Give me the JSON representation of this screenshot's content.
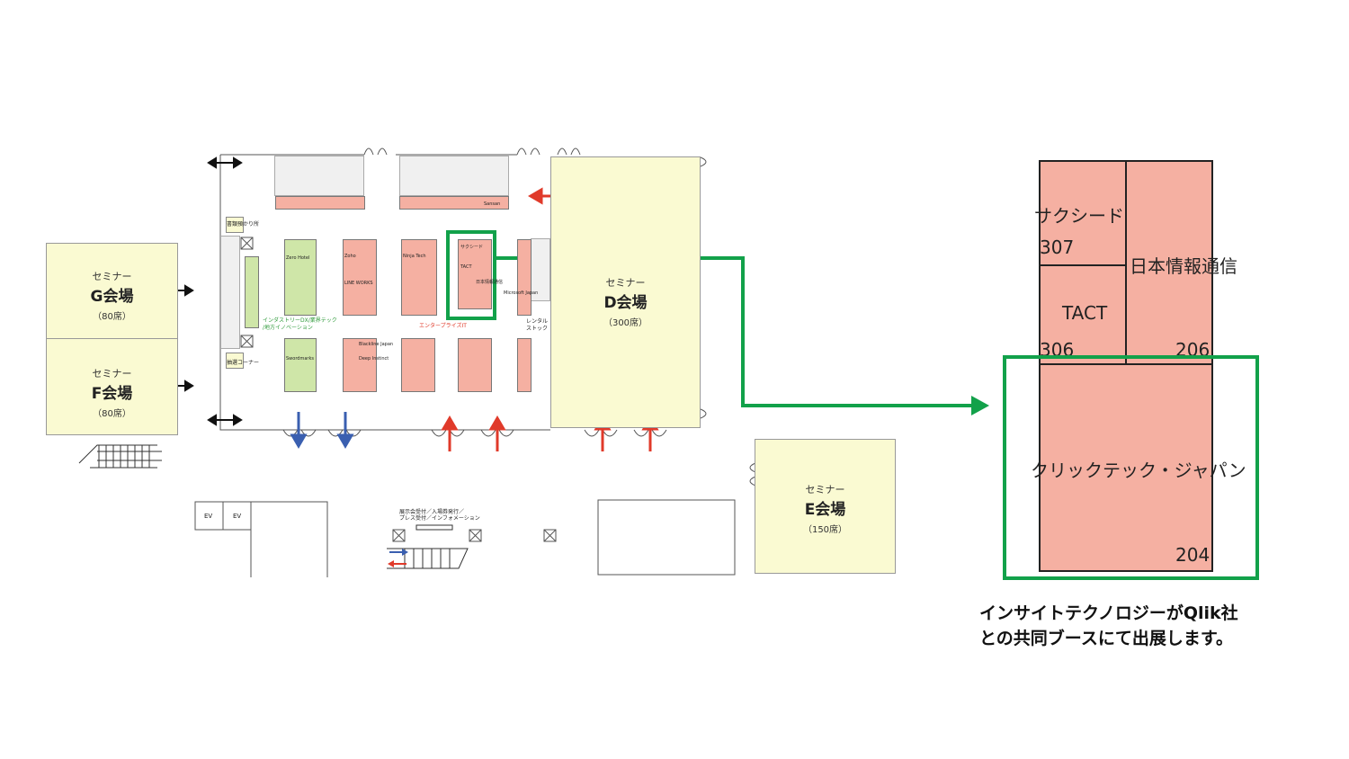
{
  "halls": {
    "g": {
      "sub": "セミナー",
      "name": "G会場",
      "seats": "（80席）"
    },
    "f": {
      "sub": "セミナー",
      "name": "F会場",
      "seats": "（80席）"
    },
    "d": {
      "sub": "セミナー",
      "name": "D会場",
      "seats": "（300席）"
    },
    "e": {
      "sub": "セミナー",
      "name": "E会場",
      "seats": "（150席）"
    }
  },
  "floor": {
    "rental": "レンタル\nストック",
    "zone_green": "インダストリーDX/業界テック\n/地方イノベーション",
    "zone_red": "エンタープライズIT",
    "desk_top": "書類預かり所",
    "desk_bottom": "抽選コーナー",
    "registration": "展示会受付／入場券発行／\nプレス受付／インフォメーション",
    "ev1": "EV",
    "ev2": "EV",
    "booth_labels": [
      "Zero Hotel",
      "LINE WORKS",
      "Zoho",
      "Ninja Tech",
      "Sansan",
      "サクシード",
      "TACT",
      "日本情報通信",
      "Blackline Japan",
      "Deep Instinct",
      "Swordmarks",
      "Microsoft Japan"
    ]
  },
  "detail": {
    "booths": [
      {
        "name": "サクシード",
        "num": "307"
      },
      {
        "name": "TACT",
        "num": "306"
      },
      {
        "name": "日本情報通信",
        "num": "206"
      },
      {
        "name": "クリックテック・ジャパン",
        "num": "204"
      }
    ]
  },
  "note": {
    "line1": "インサイトテクノロジーがQlik社",
    "line2": "との共同ブースにて出展します。"
  },
  "colors": {
    "highlight": "#12a14a",
    "booth": "#f5b0a2",
    "hall": "#fafad2",
    "green_zone": "#cfe6a8",
    "arrow_red": "#e03a2a",
    "arrow_blue": "#3a5fb0"
  }
}
